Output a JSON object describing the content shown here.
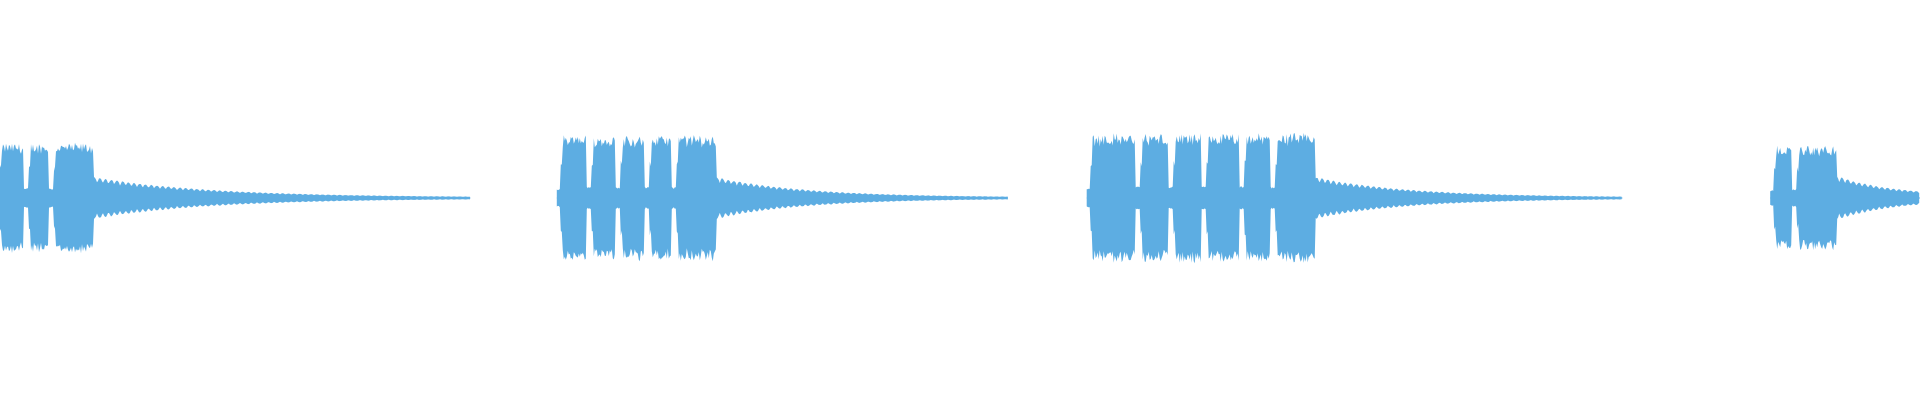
{
  "waveform": {
    "color": "#5DADE2",
    "background": "#FFFFFF",
    "segments": [
      {
        "start": 0.0,
        "end": 0.245,
        "attack_amplitude": 0.7,
        "bursts": [
          0.0,
          0.015,
          0.028
        ]
      },
      {
        "start": 0.29,
        "end": 0.525,
        "attack_amplitude": 0.8,
        "bursts": [
          0.292,
          0.308,
          0.323,
          0.338,
          0.352
        ]
      },
      {
        "start": 0.566,
        "end": 0.845,
        "attack_amplitude": 0.82,
        "bursts": [
          0.568,
          0.594,
          0.611,
          0.628,
          0.648,
          0.664
        ]
      },
      {
        "start": 0.922,
        "end": 1.0,
        "attack_amplitude": 0.66,
        "bursts": [
          0.924,
          0.936
        ]
      }
    ]
  }
}
